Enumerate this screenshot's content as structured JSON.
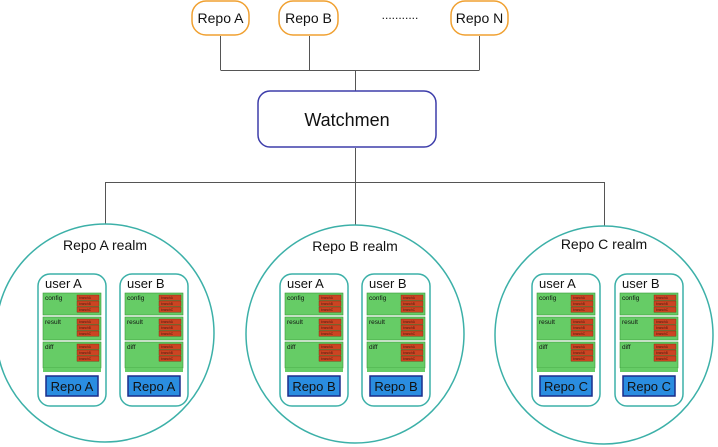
{
  "repos_top": [
    "Repo A",
    "Repo B",
    "Repo N"
  ],
  "ellipsis": "...........",
  "center": {
    "label": "Watchmen"
  },
  "realms": [
    {
      "title": "Repo A realm",
      "repo_label": "Repo A"
    },
    {
      "title": "Repo B realm",
      "repo_label": "Repo B"
    },
    {
      "title": "Repo C realm",
      "repo_label": "Repo C"
    }
  ],
  "users": [
    "user A",
    "user B"
  ],
  "sections": [
    "config",
    "result",
    "diff"
  ],
  "branches": [
    "branchA",
    "branchB",
    "branchC"
  ],
  "colors": {
    "repo_outline": "#f0a030",
    "watchmen_outline": "#3d3daa",
    "realm_outline": "#3cb0a8",
    "user_outline": "#3cb0a8",
    "section_fill": "#66cc66",
    "branch_fill": "#cc4422",
    "repo_box_fill": "#2a8de0",
    "repo_box_border": "#1a2d8a",
    "connector": "#555555"
  }
}
